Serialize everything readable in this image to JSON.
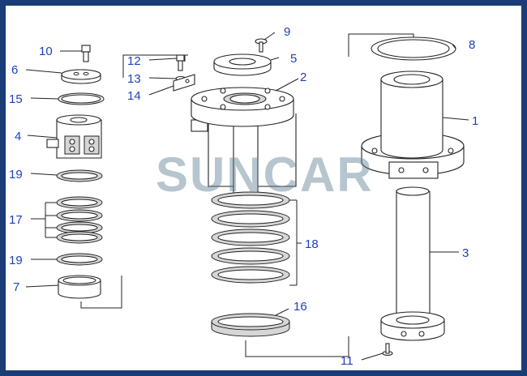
{
  "labels": {
    "p1": "1",
    "p2": "2",
    "p3": "3",
    "p4": "4",
    "p5": "5",
    "p6": "6",
    "p7": "7",
    "p8": "8",
    "p9": "9",
    "p10": "10",
    "p11": "11",
    "p12": "12",
    "p13": "13",
    "p14": "14",
    "p15": "15",
    "p16": "16",
    "p17": "17",
    "p18": "18",
    "p19a": "19",
    "p19b": "19"
  },
  "watermark": "SUNCAR",
  "colors": {
    "frame": "#1a3d78",
    "label": "#1f3fbf",
    "watermark": "#5f7f95"
  }
}
